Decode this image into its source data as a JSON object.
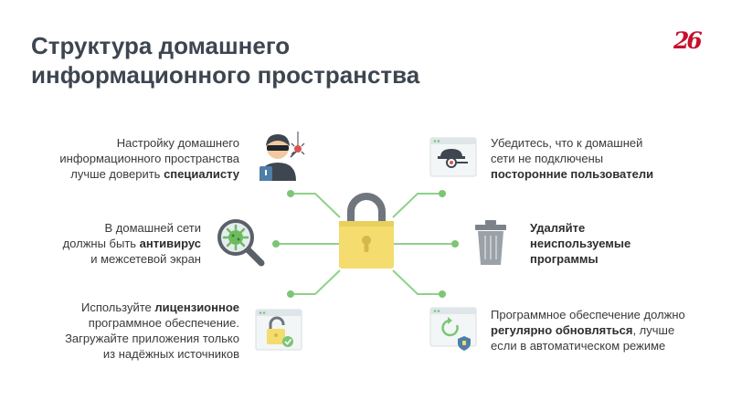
{
  "title": {
    "line1": "Структура домашнего",
    "line2": "информационного пространства"
  },
  "logo": {
    "text": "26"
  },
  "items": {
    "specialist": {
      "line1": "Настройку домашнего",
      "line2": "информационного пространства",
      "line3_pre": "лучше доверить ",
      "line3_bold": "специалисту",
      "icon": "hacker-icon"
    },
    "antivirus": {
      "line1": "В домашней сети",
      "line2_pre": "должны быть ",
      "line2_bold": "антивирус",
      "line3": "и межсетевой экран",
      "icon": "virus-magnifier-icon"
    },
    "license": {
      "line1_pre": "Используйте ",
      "line1_bold": "лицензионное",
      "line2": "программное обеспечение.",
      "line3": "Загружайте приложения только",
      "line4": "из надёжных источников",
      "icon": "padlock-browser-icon"
    },
    "outsiders": {
      "line1": "Убедитесь, что к домашней",
      "line2": "сети не подключены",
      "line3_bold": "посторонние пользователи",
      "icon": "spy-browser-icon"
    },
    "unused": {
      "line1_bold": "Удаляйте",
      "line2_bold": "неиспользуемые",
      "line3_bold": "программы",
      "icon": "trash-bin-icon"
    },
    "update": {
      "line1": "Программное обеспечение должно",
      "line2_bold": "регулярно обновляться",
      "line2_post": ", лучше",
      "line3": "если в автоматическом режиме",
      "icon": "refresh-browser-icon"
    }
  },
  "colors": {
    "title": "#3d4650",
    "line": "#8fd18a",
    "node": "#7cc576",
    "lock_body": "#f4dc6e",
    "lock_shackle": "#6f767d",
    "logo": "#c8102e"
  }
}
